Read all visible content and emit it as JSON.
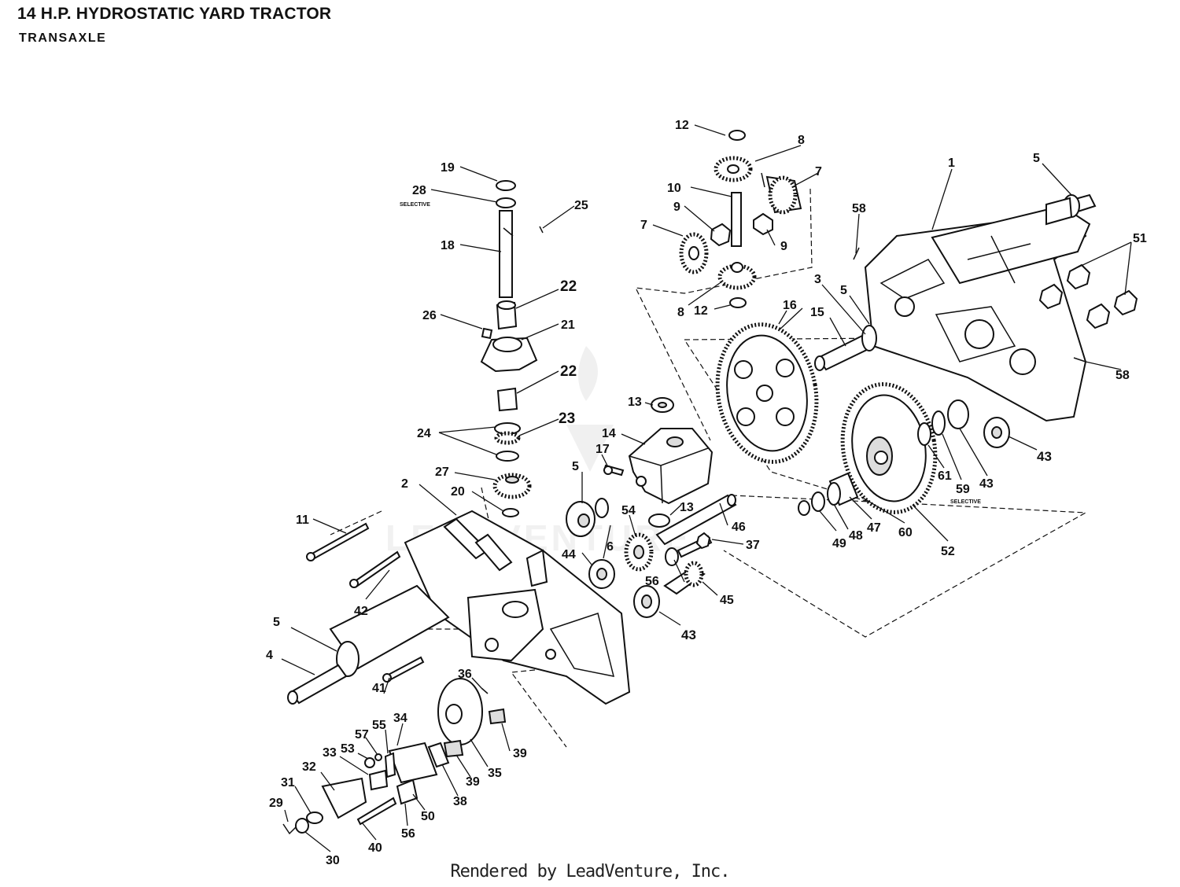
{
  "header": {
    "title": "14 H.P. HYDROSTATIC YARD TRACTOR",
    "subtitle": "TRANSAXLE"
  },
  "footer": {
    "text": "Rendered by LeadVenture, Inc."
  },
  "watermark": {
    "text": "LEADVENTURE"
  },
  "callouts": [
    {
      "id": "c1",
      "text": "1"
    },
    {
      "id": "c2",
      "text": "2"
    },
    {
      "id": "c3",
      "text": "3"
    },
    {
      "id": "c4",
      "text": "4"
    },
    {
      "id": "c5a",
      "text": "5"
    },
    {
      "id": "c5b",
      "text": "5"
    },
    {
      "id": "c5c",
      "text": "5"
    },
    {
      "id": "c5d",
      "text": "5"
    },
    {
      "id": "c6",
      "text": "6"
    },
    {
      "id": "c7a",
      "text": "7"
    },
    {
      "id": "c7b",
      "text": "7"
    },
    {
      "id": "c8a",
      "text": "8"
    },
    {
      "id": "c8b",
      "text": "8"
    },
    {
      "id": "c9a",
      "text": "9"
    },
    {
      "id": "c9b",
      "text": "9"
    },
    {
      "id": "c10",
      "text": "10"
    },
    {
      "id": "c11",
      "text": "11"
    },
    {
      "id": "c12a",
      "text": "12"
    },
    {
      "id": "c12b",
      "text": "12"
    },
    {
      "id": "c13a",
      "text": "13"
    },
    {
      "id": "c13b",
      "text": "13"
    },
    {
      "id": "c14",
      "text": "14"
    },
    {
      "id": "c15",
      "text": "15"
    },
    {
      "id": "c16",
      "text": "16"
    },
    {
      "id": "c17",
      "text": "17"
    },
    {
      "id": "c18",
      "text": "18"
    },
    {
      "id": "c19",
      "text": "19"
    },
    {
      "id": "c20",
      "text": "20"
    },
    {
      "id": "c21",
      "text": "21"
    },
    {
      "id": "c22a",
      "text": "22"
    },
    {
      "id": "c22b",
      "text": "22"
    },
    {
      "id": "c23",
      "text": "23"
    },
    {
      "id": "c24",
      "text": "24"
    },
    {
      "id": "c25",
      "text": "25"
    },
    {
      "id": "c26",
      "text": "26"
    },
    {
      "id": "c27",
      "text": "27"
    },
    {
      "id": "c28",
      "text": "28"
    },
    {
      "id": "c29",
      "text": "29"
    },
    {
      "id": "c30",
      "text": "30"
    },
    {
      "id": "c31",
      "text": "31"
    },
    {
      "id": "c32",
      "text": "32"
    },
    {
      "id": "c33",
      "text": "33"
    },
    {
      "id": "c34",
      "text": "34"
    },
    {
      "id": "c35",
      "text": "35"
    },
    {
      "id": "c36",
      "text": "36"
    },
    {
      "id": "c37",
      "text": "37"
    },
    {
      "id": "c38",
      "text": "38"
    },
    {
      "id": "c39a",
      "text": "39"
    },
    {
      "id": "c39b",
      "text": "39"
    },
    {
      "id": "c40",
      "text": "40"
    },
    {
      "id": "c41",
      "text": "41"
    },
    {
      "id": "c42",
      "text": "42"
    },
    {
      "id": "c43a",
      "text": "43"
    },
    {
      "id": "c43b",
      "text": "43"
    },
    {
      "id": "c43c",
      "text": "43"
    },
    {
      "id": "c44",
      "text": "44"
    },
    {
      "id": "c45",
      "text": "45"
    },
    {
      "id": "c46",
      "text": "46"
    },
    {
      "id": "c47",
      "text": "47"
    },
    {
      "id": "c48",
      "text": "48"
    },
    {
      "id": "c49",
      "text": "49"
    },
    {
      "id": "c50",
      "text": "50"
    },
    {
      "id": "c51",
      "text": "51"
    },
    {
      "id": "c52",
      "text": "52"
    },
    {
      "id": "c53",
      "text": "53"
    },
    {
      "id": "c54",
      "text": "54"
    },
    {
      "id": "c55",
      "text": "55"
    },
    {
      "id": "c56a",
      "text": "56"
    },
    {
      "id": "c56b",
      "text": "56"
    },
    {
      "id": "c57",
      "text": "57"
    },
    {
      "id": "c58a",
      "text": "58"
    },
    {
      "id": "c58b",
      "text": "58"
    },
    {
      "id": "c59",
      "text": "59"
    },
    {
      "id": "c60",
      "text": "60"
    },
    {
      "id": "c61",
      "text": "61"
    }
  ],
  "notes": [
    {
      "id": "n28",
      "text": "SELECTIVE"
    },
    {
      "id": "n59",
      "text": "SELECTIVE"
    }
  ]
}
